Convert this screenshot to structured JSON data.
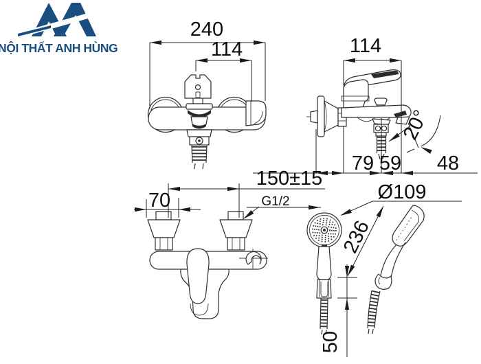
{
  "logo": {
    "text": "NỘI THẤT ANH HÙNG",
    "color": "#1a4e7e"
  },
  "drawing": {
    "type": "technical-dimension-drawing",
    "subject": "wall-mounted bath shower mixer with hand shower",
    "line_color": "#2e2e2e",
    "labels": {
      "d240": "240",
      "d114_front": "114",
      "d114_side": "114",
      "d20": "20°",
      "d79": "79",
      "d59": "59",
      "d48": "48",
      "d150": "150±15",
      "d70": "70",
      "g12": "G1/2",
      "d109": "Ø109",
      "d236": "236",
      "d50": "50"
    }
  }
}
